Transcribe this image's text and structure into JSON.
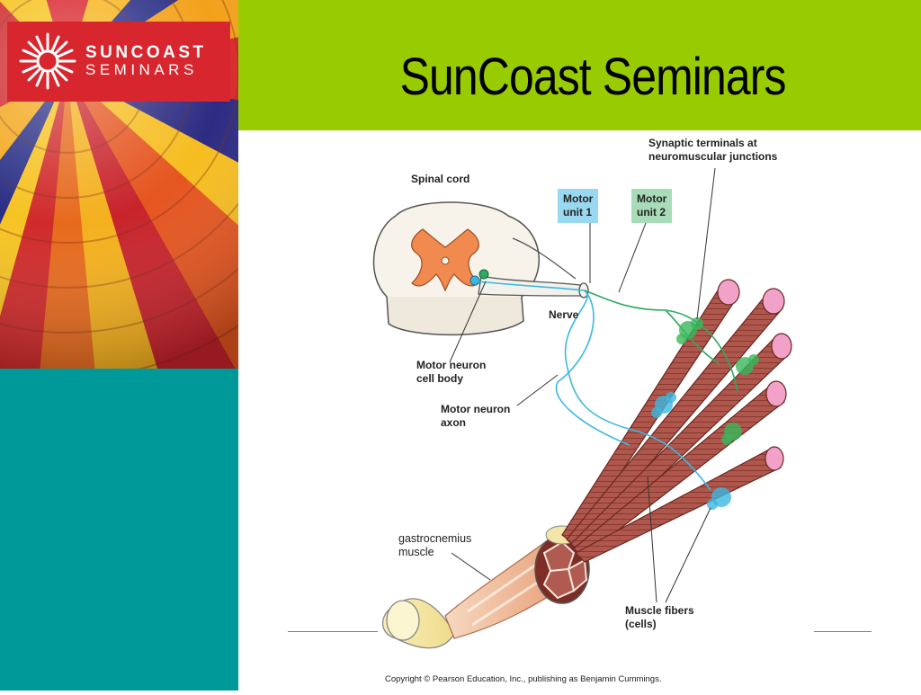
{
  "slide": {
    "title": "SunCoast Seminars",
    "copyright": "Copyright © Pearson Education, Inc., publishing as Benjamin Cummings."
  },
  "logo": {
    "line1": "SUNCOAST",
    "line2": "SEMINARS"
  },
  "diagram": {
    "labels": {
      "spinal_cord": "Spinal cord",
      "motor_unit_1_line1": "Motor",
      "motor_unit_1_line2": "unit 1",
      "motor_unit_2_line1": "Motor",
      "motor_unit_2_line2": "unit 2",
      "synaptic_line1": "Synaptic terminals at",
      "synaptic_line2": "neuromuscular junctions",
      "nerve": "Nerve",
      "cell_body_line1": "Motor neuron",
      "cell_body_line2": "cell body",
      "axon_line1": "Motor neuron",
      "axon_line2": "axon",
      "gastro_line1": "gastrocnemius",
      "gastro_line2": "muscle",
      "fibers_line1": "Muscle fibers",
      "fibers_line2": "(cells)"
    }
  },
  "colors": {
    "header_green": "#99cc00",
    "side_teal": "#009999",
    "logo_red": "#d8262e",
    "motor_unit_1_box": "#99d8f0",
    "motor_unit_2_box": "#a8dcb8",
    "axon_blue": "#3cb8e0",
    "axon_green": "#2fa860",
    "muscle_brown": "#a0524a",
    "divider_blue": "#3d8fc4"
  }
}
